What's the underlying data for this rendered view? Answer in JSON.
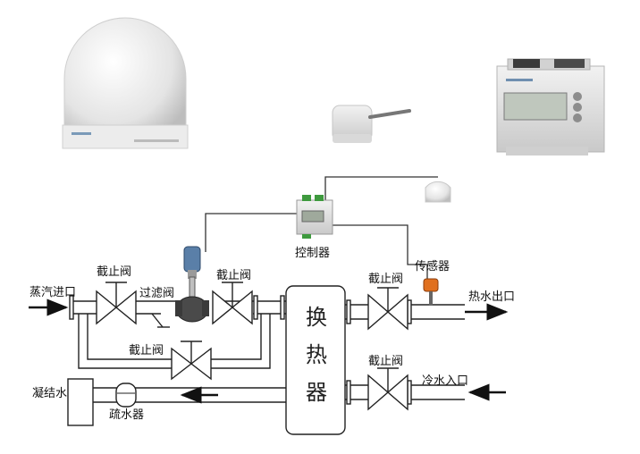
{
  "labels": {
    "steam_inlet": "蒸汽进口",
    "stop_valve_1": "截止阀",
    "filter_valve": "过滤阀",
    "stop_valve_2": "截止阀",
    "controller": "控制器",
    "sensor": "传感器",
    "stop_valve_3": "截止阀",
    "hot_water_outlet": "热水出口",
    "bypass_stop_valve": "截止阀",
    "stop_valve_4": "截止阀",
    "cold_water_inlet": "冷水入口",
    "condensate_water": "凝结水",
    "steam_trap": "疏水器",
    "hx_1": "换",
    "hx_2": "热",
    "hx_3": "器"
  },
  "colors": {
    "pipe": "#222222",
    "device_gray": "#e6e6e6",
    "actuator_blue": "#5a7fa8",
    "sensor_orange": "#e0701f",
    "controller_green": "#3e9a3e"
  }
}
